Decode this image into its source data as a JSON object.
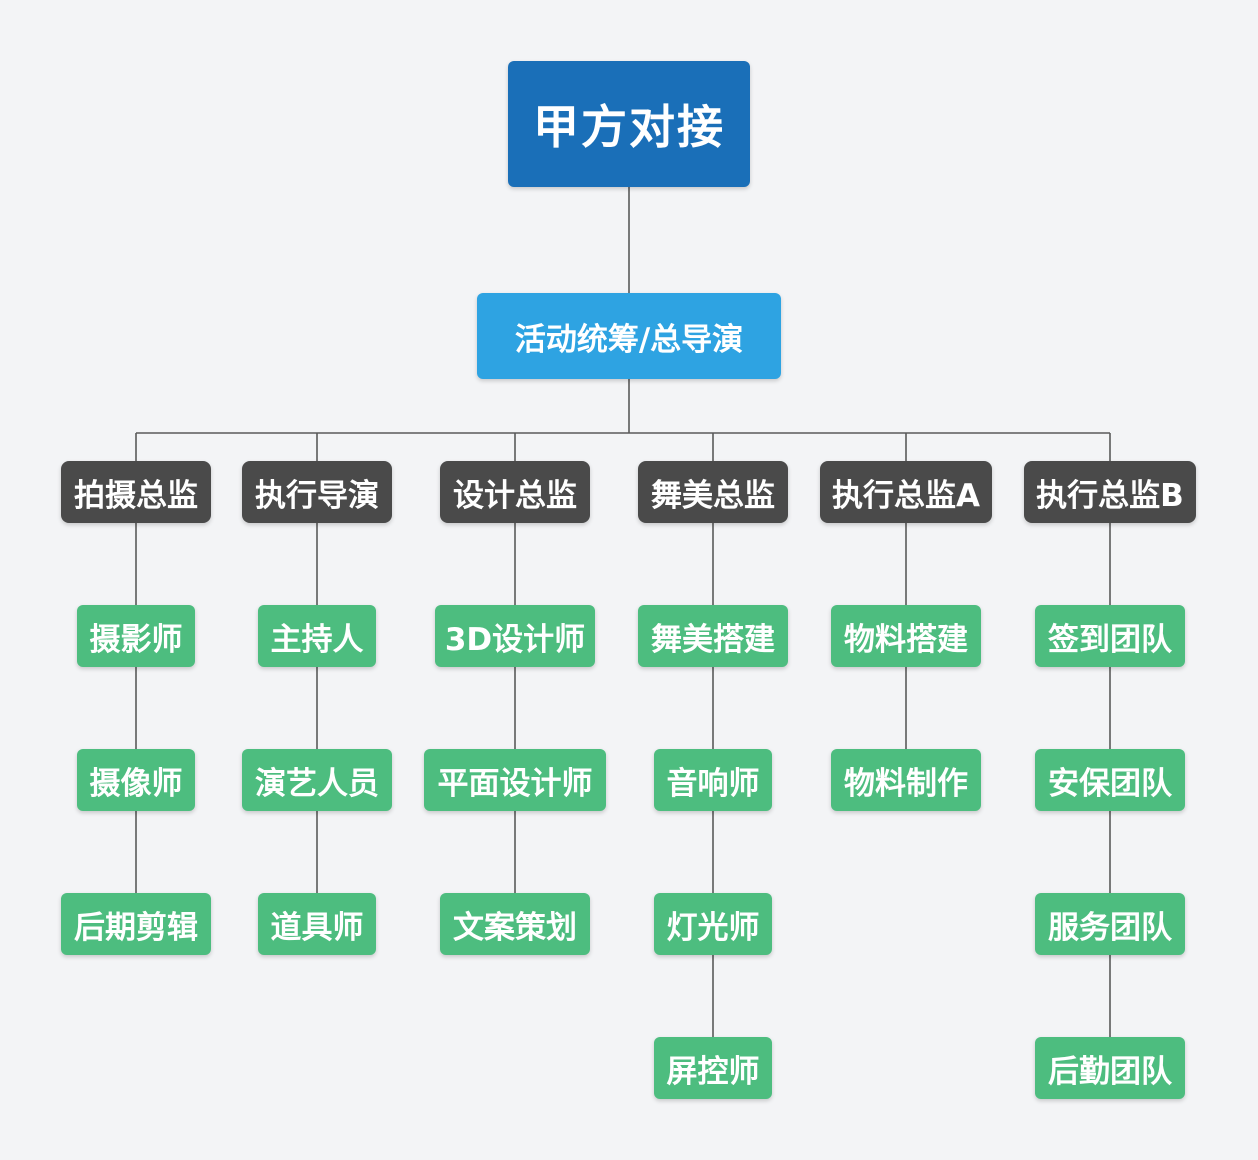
{
  "colors": {
    "root": "#1a6fb8",
    "coordinator": "#2ea3e2",
    "director": "#4a4a4a",
    "role": "#4dbd7f",
    "line": "#5a5a5a",
    "background": "#f3f4f6"
  },
  "root": {
    "label": "甲方对接"
  },
  "coordinator": {
    "label": "活动统筹/总导演"
  },
  "directors": [
    {
      "label": "拍摄总监",
      "roles": [
        "摄影师",
        "摄像师",
        "后期剪辑"
      ]
    },
    {
      "label": "执行导演",
      "roles": [
        "主持人",
        "演艺人员",
        "道具师"
      ]
    },
    {
      "label": "设计总监",
      "roles": [
        "3D设计师",
        "平面设计师",
        "文案策划"
      ]
    },
    {
      "label": "舞美总监",
      "roles": [
        "舞美搭建",
        "音响师",
        "灯光师",
        "屏控师"
      ]
    },
    {
      "label": "执行总监A",
      "roles": [
        "物料搭建",
        "物料制作"
      ]
    },
    {
      "label": "执行总监B",
      "roles": [
        "签到团队",
        "安保团队",
        "服务团队",
        "后勤团队"
      ]
    }
  ]
}
